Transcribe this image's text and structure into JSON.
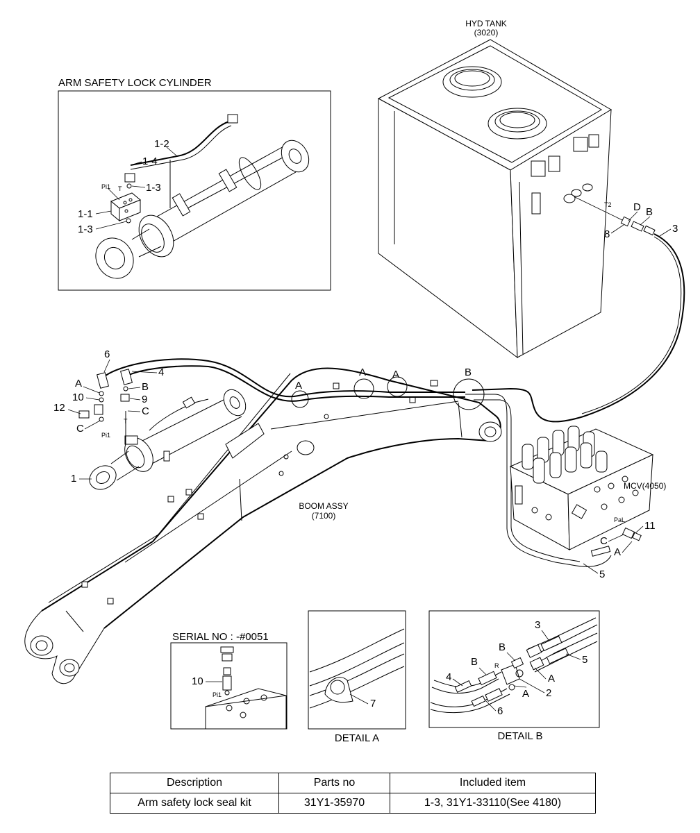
{
  "titles": {
    "hyd_tank_name": "HYD TANK",
    "hyd_tank_code": "(3020)",
    "arm_cylinder": "ARM SAFETY LOCK CYLINDER",
    "boom_name": "BOOM ASSY",
    "boom_code": "(7100)",
    "mcv": "MCV(4050)",
    "serial": "SERIAL NO : -#0051",
    "detail_a": "DETAIL  A",
    "detail_b": "DETAIL  B"
  },
  "inset_labels": {
    "l_1_2": "1-2",
    "l_1_4": "1-4",
    "l_1_3a": "1-3",
    "l_1_1": "1-1",
    "l_1_3b": "1-3",
    "l_pi1": "Pi1",
    "l_t": "T"
  },
  "tank_labels": {
    "t2": "T2",
    "d": "D",
    "b": "B",
    "n8": "8",
    "n3": "3"
  },
  "main_labels": {
    "n6": "6",
    "n4": "4",
    "a": "A",
    "b": "B",
    "n10": "10",
    "n9": "9",
    "n12": "12",
    "c": "C",
    "c2": "C",
    "pi1": "Pi1",
    "t": "T",
    "n1": "1",
    "pa_a": "A",
    "pa_b": "A",
    "pa_c": "A",
    "pb": "B"
  },
  "mcv_labels": {
    "pal": "PaL",
    "n11": "11",
    "c": "C",
    "a": "A",
    "n5": "5"
  },
  "serial_labels": {
    "n10": "10",
    "pi1": "Pi1"
  },
  "detail_a_labels": {
    "n7": "7"
  },
  "detail_b_labels": {
    "n3": "3",
    "b1": "B",
    "n5": "5",
    "b2": "B",
    "r": "R",
    "a1": "A",
    "n4": "4",
    "a2": "A",
    "n2": "2",
    "n6": "6"
  },
  "table": {
    "headers": [
      "Description",
      "Parts no",
      "Included item"
    ],
    "rows": [
      [
        "Arm safety lock seal kit",
        "31Y1-35970",
        "1-3, 31Y1-33110(See 4180)"
      ]
    ]
  }
}
